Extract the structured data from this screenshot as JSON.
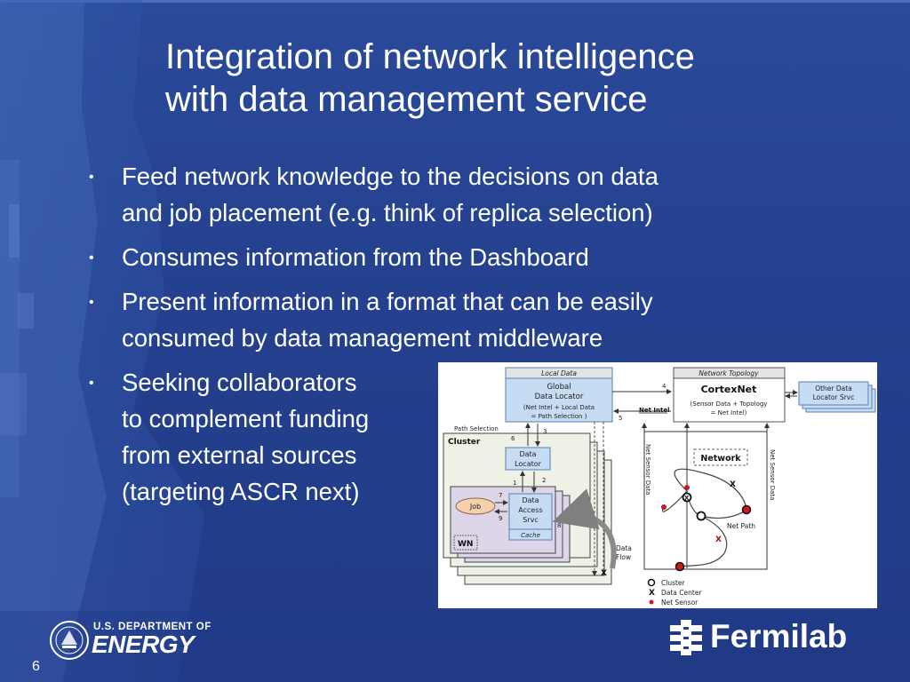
{
  "slide": {
    "title_lines": [
      "Integration of network intelligence",
      "with data management service"
    ],
    "bullets": [
      {
        "lines": [
          "Feed network knowledge to the decisions on data",
          "and job placement (e.g. think of replica selection)"
        ]
      },
      {
        "lines": [
          "Consumes information from the Dashboard"
        ]
      },
      {
        "lines": [
          "Present information in a format that can be easily",
          "consumed by data management middleware"
        ]
      },
      {
        "lines": [
          "Seeking collaborators",
          "to complement funding",
          "from external sources",
          "(targeting ASCR next)"
        ]
      }
    ],
    "bullet_char": "•",
    "page_number": "6"
  },
  "figure": {
    "local_data": "Local Data",
    "gdl_lines": [
      "Global",
      "Data Locator",
      "(Net Intel + Local Data",
      "= Path Selection )"
    ],
    "network_topology": "Network Topology",
    "cortexnet": "CortexNet",
    "cortexnet_sub": [
      "(Sensor Data + Topology",
      "= Net Intel)"
    ],
    "other_locator": [
      "Other Data",
      "Locator Srvc"
    ],
    "net_intel": "Net Intel",
    "path_selection": "Path Selection",
    "cluster": "Cluster",
    "data_locator": [
      "Data",
      "Locator"
    ],
    "job": "Job",
    "data_access": [
      "Data",
      "Access",
      "Srvc"
    ],
    "cache": "Cache",
    "wn": "WN",
    "data_flow": [
      "Data",
      "Flow"
    ],
    "network": "Network",
    "net_path": "Net Path",
    "net_sensor_data": "Net Sensor Data",
    "numbers": {
      "n1": "1",
      "n2": "2",
      "n3": "3",
      "n4": "4",
      "n5": "5",
      "n6": "6",
      "n7": "7",
      "n8": "8",
      "n9": "9"
    },
    "legend": {
      "cluster": "Cluster",
      "data_center": "Data Center",
      "net_sensor": "Net Sensor",
      "x_mark": "X"
    },
    "colors": {
      "box_fill": "#c6dcf2",
      "box_stroke": "#5a7fb0",
      "header_fill": "#e3e3e3",
      "cluster_fill": "#eef2e6",
      "wn_fill": "#ddd5e8",
      "job_fill": "#f6cfae",
      "sensor_red": "#d0151b"
    }
  },
  "footer": {
    "doe_small": "U.S. DEPARTMENT OF",
    "doe_big": "ENERGY",
    "fermilab": "Fermilab"
  }
}
